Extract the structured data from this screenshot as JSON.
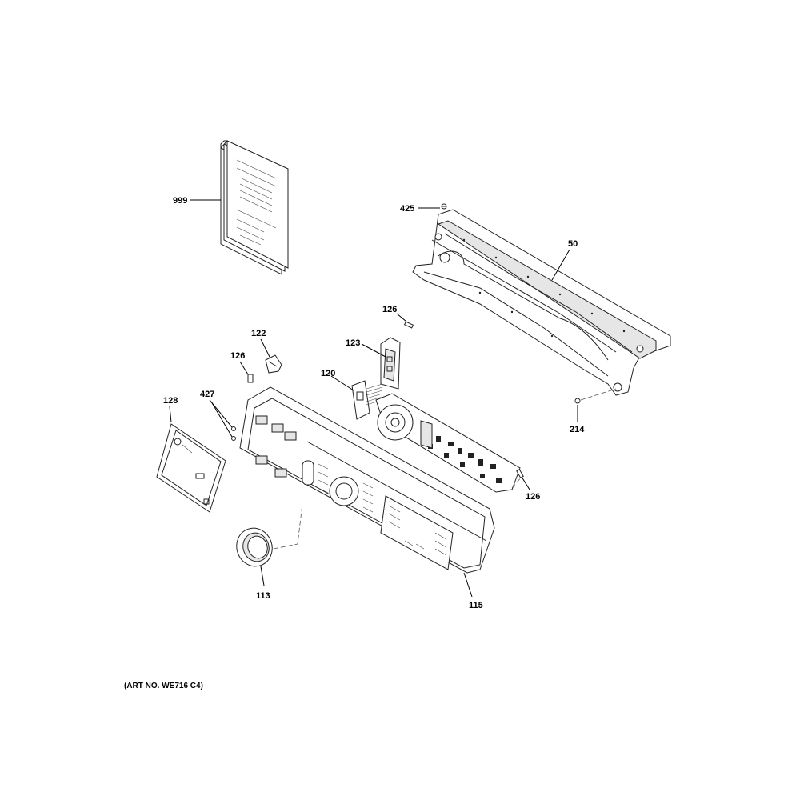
{
  "diagram": {
    "art_number": "(ART NO. WE716 C4)",
    "callouts": [
      {
        "id": "999",
        "label": "999",
        "part": "manual"
      },
      {
        "id": "425",
        "label": "425",
        "part": "screw"
      },
      {
        "id": "50",
        "label": "50",
        "part": "control-panel-bracket"
      },
      {
        "id": "126a",
        "label": "126",
        "part": "screw"
      },
      {
        "id": "123",
        "label": "123",
        "part": "board-module"
      },
      {
        "id": "122",
        "label": "122",
        "part": "cap"
      },
      {
        "id": "126b",
        "label": "126",
        "part": "screw"
      },
      {
        "id": "120",
        "label": "120",
        "part": "board-bracket"
      },
      {
        "id": "128",
        "label": "128",
        "part": "badge-panel"
      },
      {
        "id": "427",
        "label": "427",
        "part": "screw"
      },
      {
        "id": "214",
        "label": "214",
        "part": "screw"
      },
      {
        "id": "126c",
        "label": "126",
        "part": "screw"
      },
      {
        "id": "113",
        "label": "113",
        "part": "knob"
      },
      {
        "id": "115",
        "label": "115",
        "part": "control-panel"
      }
    ]
  }
}
